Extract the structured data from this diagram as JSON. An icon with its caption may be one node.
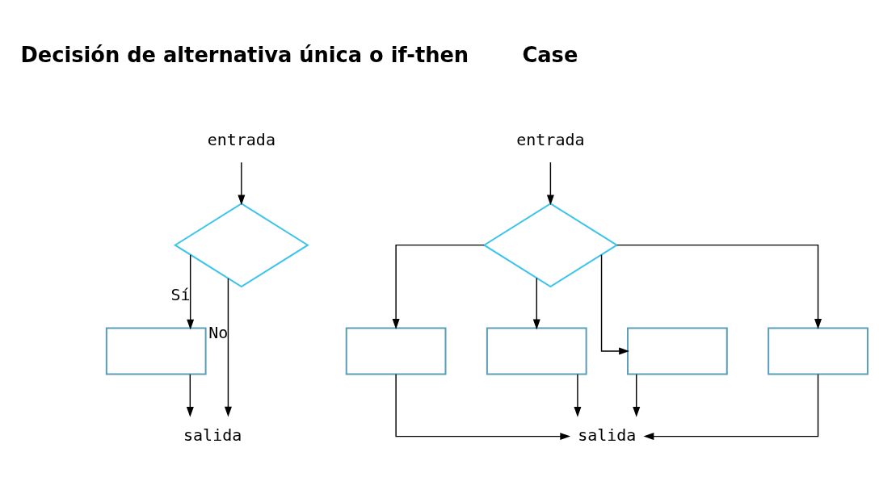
{
  "diagram": {
    "nodes": [
      {
        "text": [
          "entrada"
        ]
      },
      {
        "text": [],
        "shape": "diamond"
      },
      {
        "text": [],
        "shape": "box"
      },
      {
        "text": [
          "salida"
        ]
      },
      {
        "text": [
          "entrada"
        ]
      },
      {
        "text": [],
        "shape": "diamond"
      },
      {
        "text": [],
        "shape": "box"
      },
      {
        "text": [],
        "shape": "box"
      },
      {
        "text": [],
        "shape": "box"
      },
      {
        "text": [],
        "shape": "box"
      },
      {
        "text": [
          "salida"
        ]
      }
    ],
    "edges": [
      {
        "from": 0,
        "to": 1,
        "arrow": "to"
      },
      {
        "from": 1,
        "to": 2,
        "arrow": "to",
        "label": "Sí"
      },
      {
        "from": 1,
        "to": 3,
        "arrow": "to",
        "label": "No"
      },
      {
        "from": 2,
        "to": 3,
        "arrow": "to"
      },
      {
        "from": 4,
        "to": 5,
        "arrow": "to"
      },
      {
        "from": 5,
        "to": 6,
        "arrow": "to"
      },
      {
        "from": 5,
        "to": 7,
        "arrow": "to"
      },
      {
        "from": 5,
        "to": 8,
        "arrow": "to"
      },
      {
        "from": 5,
        "to": 9,
        "arrow": "to"
      },
      {
        "from": 6,
        "to": 10,
        "arrow": "to"
      },
      {
        "from": 7,
        "to": 10,
        "arrow": "to"
      },
      {
        "from": 8,
        "to": 10,
        "arrow": "to"
      },
      {
        "from": 9,
        "to": 10,
        "arrow": "to"
      }
    ],
    "labels": [
      "Decisión de alternativa única o if-then",
      "Case"
    ]
  }
}
